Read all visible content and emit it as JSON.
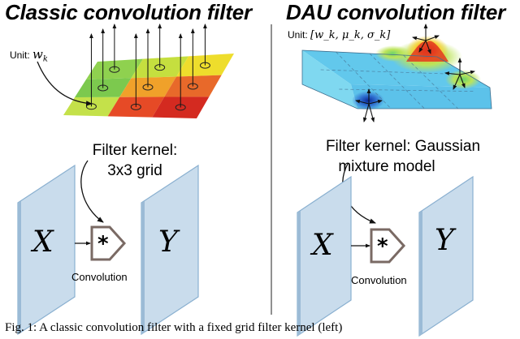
{
  "left": {
    "title": "Classic convolution filter",
    "unit_label": "Unit:",
    "unit_math": "w",
    "unit_sub": "k",
    "kernel_line1": "Filter kernel:",
    "kernel_line2": "3x3 grid",
    "input_label": "X",
    "output_label": "Y",
    "op_symbol": "*",
    "op_label": "Convolution"
  },
  "right": {
    "title": "DAU convolution filter",
    "unit_label": "Unit:",
    "unit_math": "[w_k, μ_k, σ_k]",
    "kernel_line1": "Filter kernel: Gaussian",
    "kernel_line2": "mixture model",
    "input_label": "X",
    "output_label": "Y",
    "op_symbol": "*",
    "op_label": "Convolution"
  },
  "caption": "Fig. 1: A classic convolution filter with a fixed grid filter kernel (left)",
  "colors": {
    "grid_cells": [
      "#8fd14f",
      "#c5df3f",
      "#eedd2c",
      "#7cc94e",
      "#f0a12a",
      "#e8692a",
      "#c4e14a",
      "#e64a26",
      "#d42a20"
    ],
    "plane_fill": "#c9dcec",
    "plane_edge": "#8ab0d0",
    "op_stroke": "#7a6a64"
  }
}
